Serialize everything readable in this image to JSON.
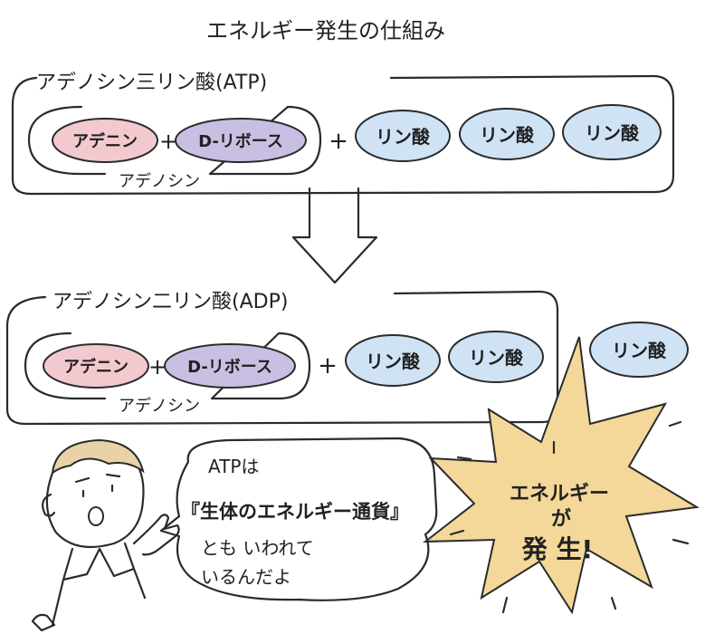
{
  "title": "エネルギー発生の仕組み",
  "colors": {
    "adenine": "#f2c9cf",
    "ribose": "#c9bfe3",
    "phosphate": "#cfe3f5",
    "burst": "#f4d89a",
    "ink": "#2b2b2b"
  },
  "atp": {
    "label": "アデノシン三リン酸(ATP)",
    "adenine": "アデニン",
    "plus1": "+",
    "ribose": "D-リボース",
    "plus2": "+",
    "phosphates": [
      "リン酸",
      "リン酸",
      "リン酸"
    ],
    "adenosine": "アデノシン"
  },
  "adp": {
    "label": "アデノシン二リン酸(ADP)",
    "adenine": "アデニン",
    "plus1": "+",
    "ribose": "D-リボース",
    "plus2": "+",
    "phosphates": [
      "リン酸",
      "リン酸"
    ],
    "adenosine": "アデノシン"
  },
  "released_phosphate": "リン酸",
  "speech": {
    "lines": [
      "ATPは",
      "『生体のエネルギー通貨』",
      "とも いわれて",
      "いるんだよ"
    ]
  },
  "burst": {
    "lines": [
      "エネルギー",
      "が",
      "発 生!"
    ]
  }
}
